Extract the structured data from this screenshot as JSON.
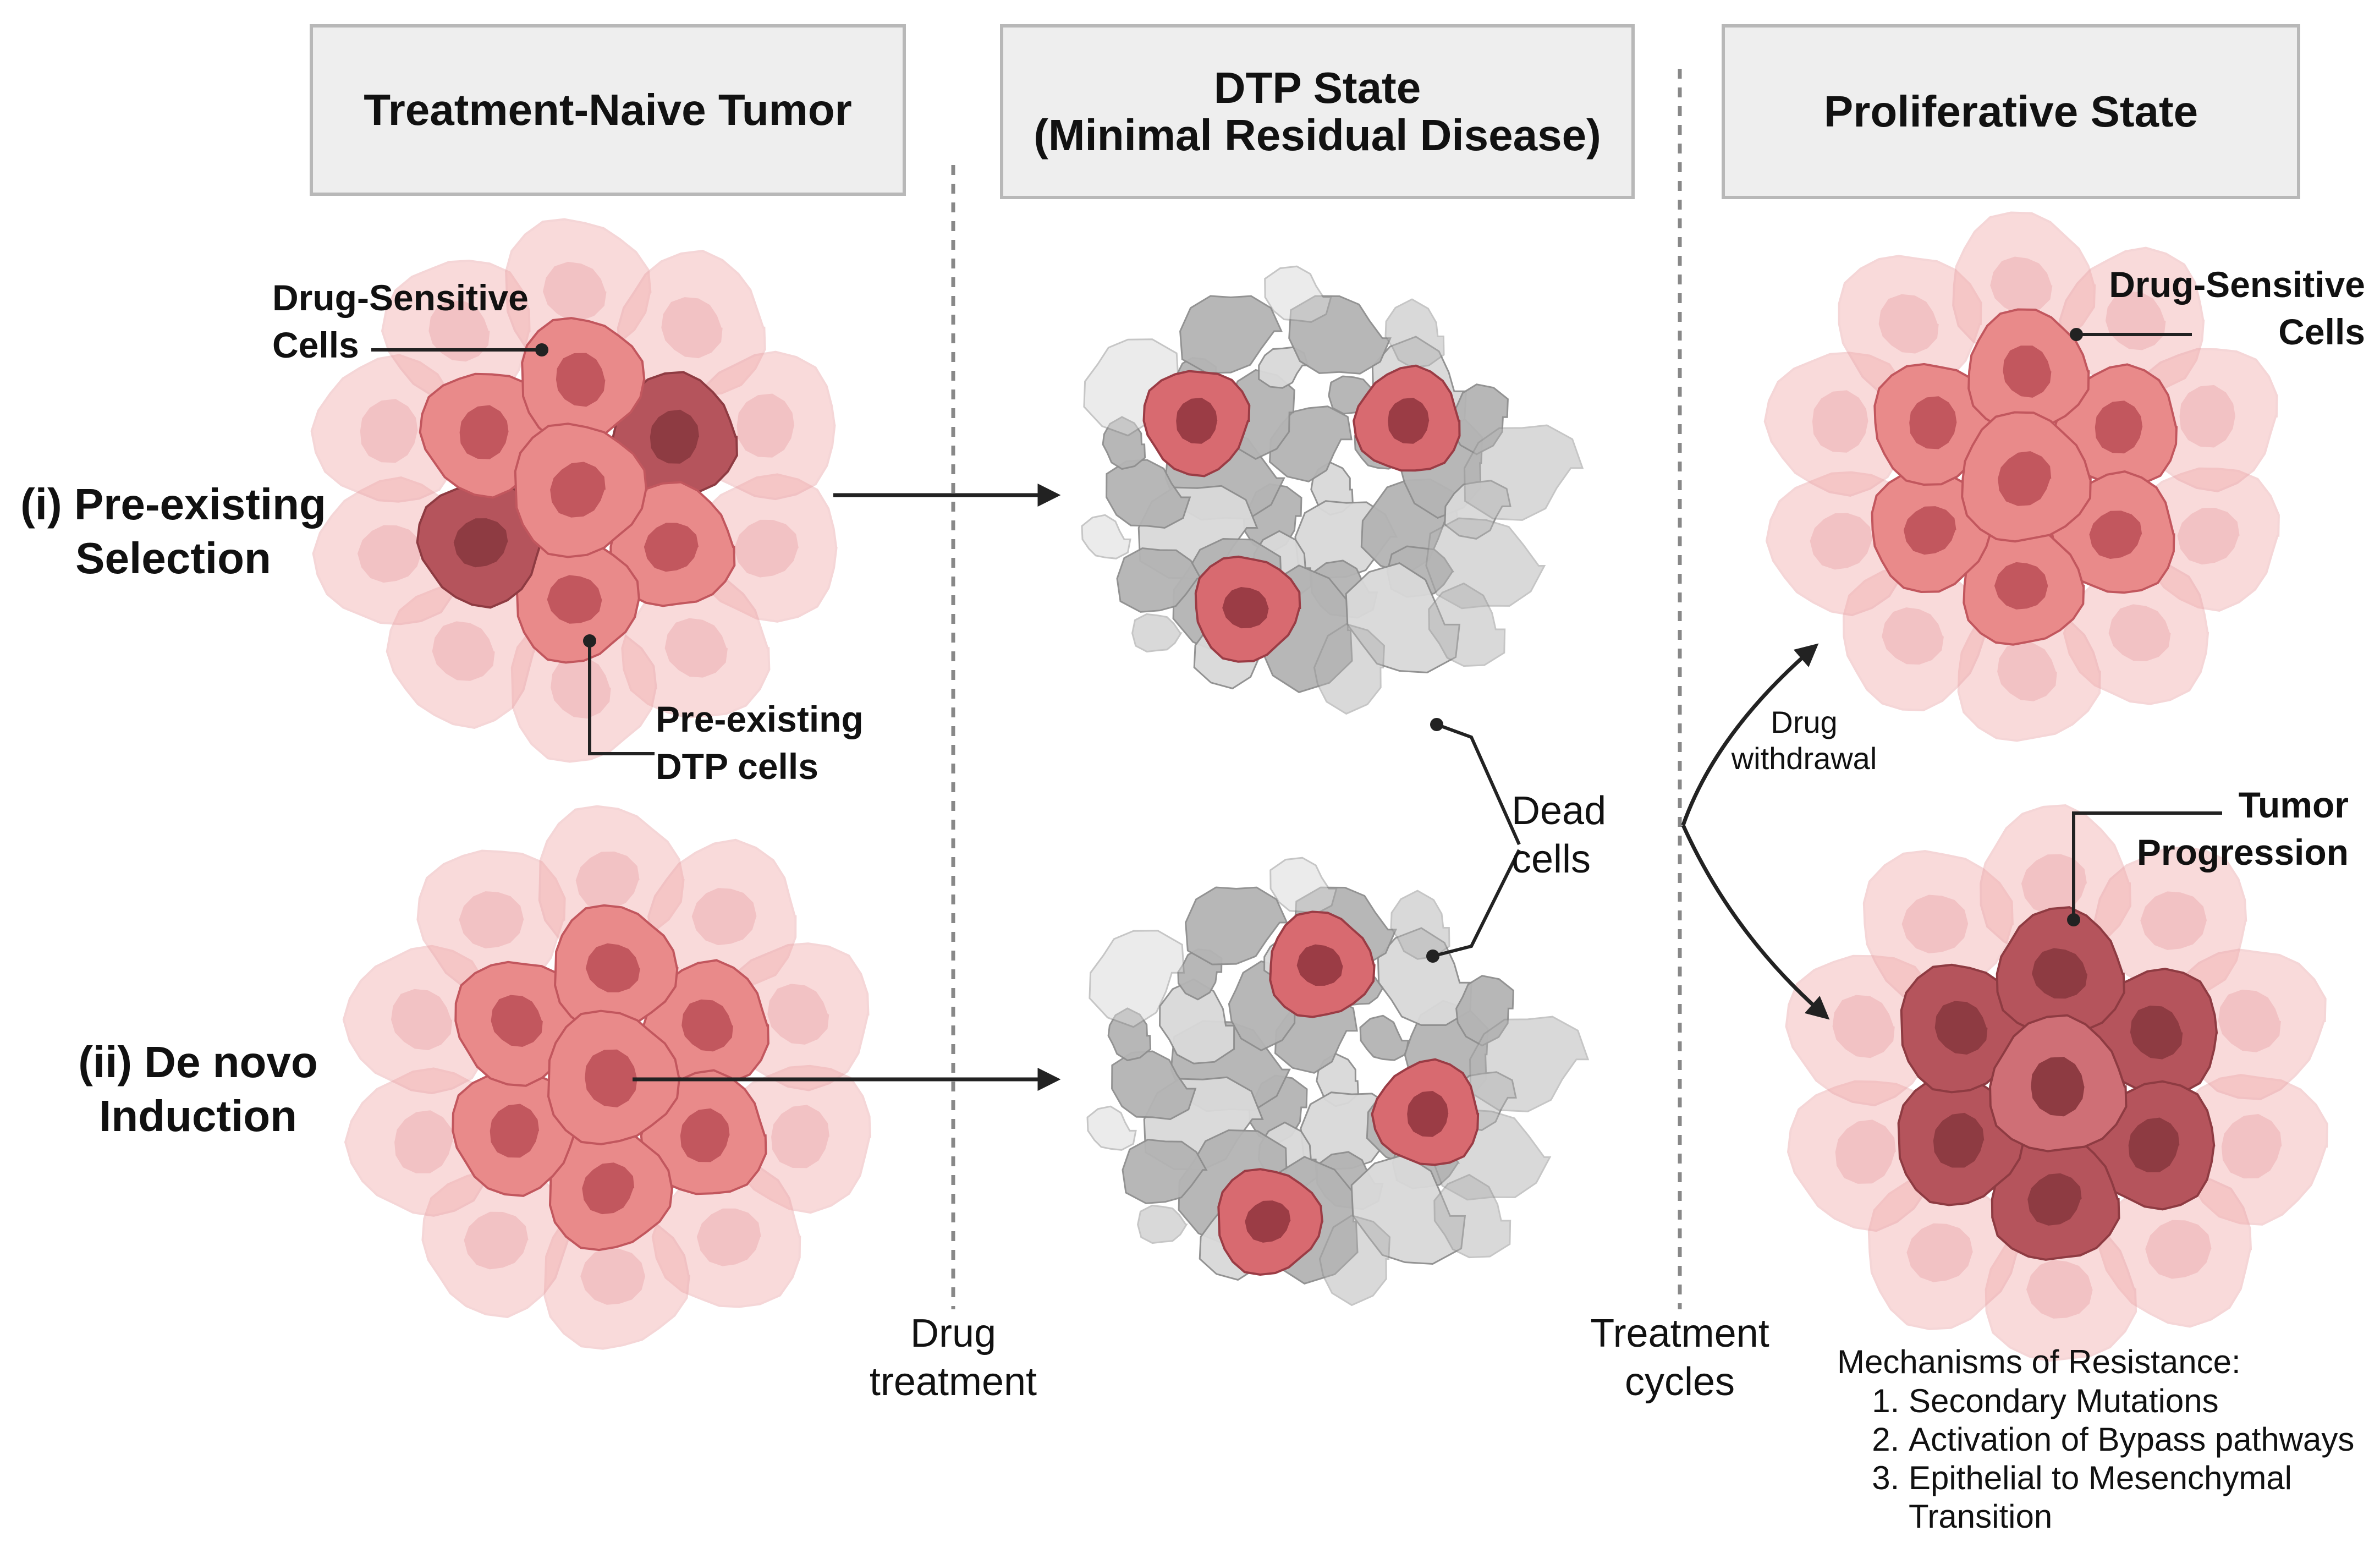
{
  "headers": {
    "naive": "Treatment-Naive Tumor",
    "dtp_line1": "DTP State",
    "dtp_line2": "(Minimal Residual Disease)",
    "proliferative": "Proliferative State"
  },
  "pathways": {
    "pre_existing_line1": "(i) Pre-existing",
    "pre_existing_line2": "Selection",
    "de_novo_line1": "(ii) De novo",
    "de_novo_line2": "Induction"
  },
  "labels": {
    "drug_sensitive_line1": "Drug-Sensitive",
    "drug_sensitive_line2": "Cells",
    "pre_existing_dtp_line1": "Pre-existing",
    "pre_existing_dtp_line2": "DTP cells",
    "dead_line1": "Dead",
    "dead_line2": "cells",
    "drug_treatment_line1": "Drug",
    "drug_treatment_line2": "treatment",
    "treatment_cycles_line1": "Treatment",
    "treatment_cycles_line2": "cycles",
    "drug_withdrawal_line1": "Drug",
    "drug_withdrawal_line2": "withdrawal",
    "sensitive_right_line1": "Drug-Sensitive",
    "sensitive_right_line2": "Cells",
    "tumor_progression_line1": "Tumor",
    "tumor_progression_line2": "Progression"
  },
  "mechanisms": {
    "title": "Mechanisms of Resistance:",
    "items": [
      "Secondary Mutations",
      "Activation of Bypass pathways",
      "Epithelial to Mesenchymal Transition"
    ]
  },
  "colors": {
    "cell_light": "#f2aeae",
    "cell_mid": "#e98a8a",
    "cell_dark": "#b5545c",
    "nucleus": "#c2575e",
    "nucleus_dark": "#8e3b42",
    "dead_gray": "#b4b4b4",
    "dead_light": "#d9d9d9",
    "divider": "#888888",
    "arrow": "#222222"
  }
}
